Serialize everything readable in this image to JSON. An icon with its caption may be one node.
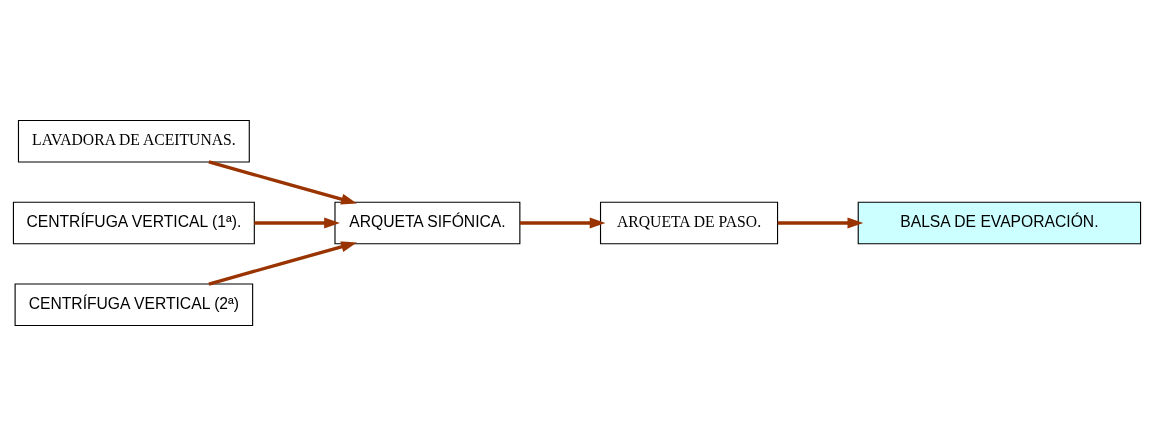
{
  "diagram": {
    "nodes": [
      {
        "text": [
          "LAVADORA DE ACEITUNAS."
        ]
      },
      {
        "text": [
          "CENTRÍFUGA VERTICAL (1ª)."
        ]
      },
      {
        "text": [
          "CENTRÍFUGA VERTICAL (2ª)"
        ]
      },
      {
        "text": [
          "ARQUETA SIFÓNICA."
        ]
      },
      {
        "text": [
          "ARQUETA DE PASO."
        ]
      },
      {
        "text": [
          "BALSA DE EVAPORACIÓN."
        ]
      }
    ],
    "edges": [
      {
        "from": 0,
        "to": 3,
        "arrow": "to"
      },
      {
        "from": 1,
        "to": 3,
        "arrow": "to"
      },
      {
        "from": 2,
        "to": 3,
        "arrow": "to"
      },
      {
        "from": 3,
        "to": 4,
        "arrow": "to"
      },
      {
        "from": 4,
        "to": 5,
        "arrow": "to"
      }
    ]
  }
}
